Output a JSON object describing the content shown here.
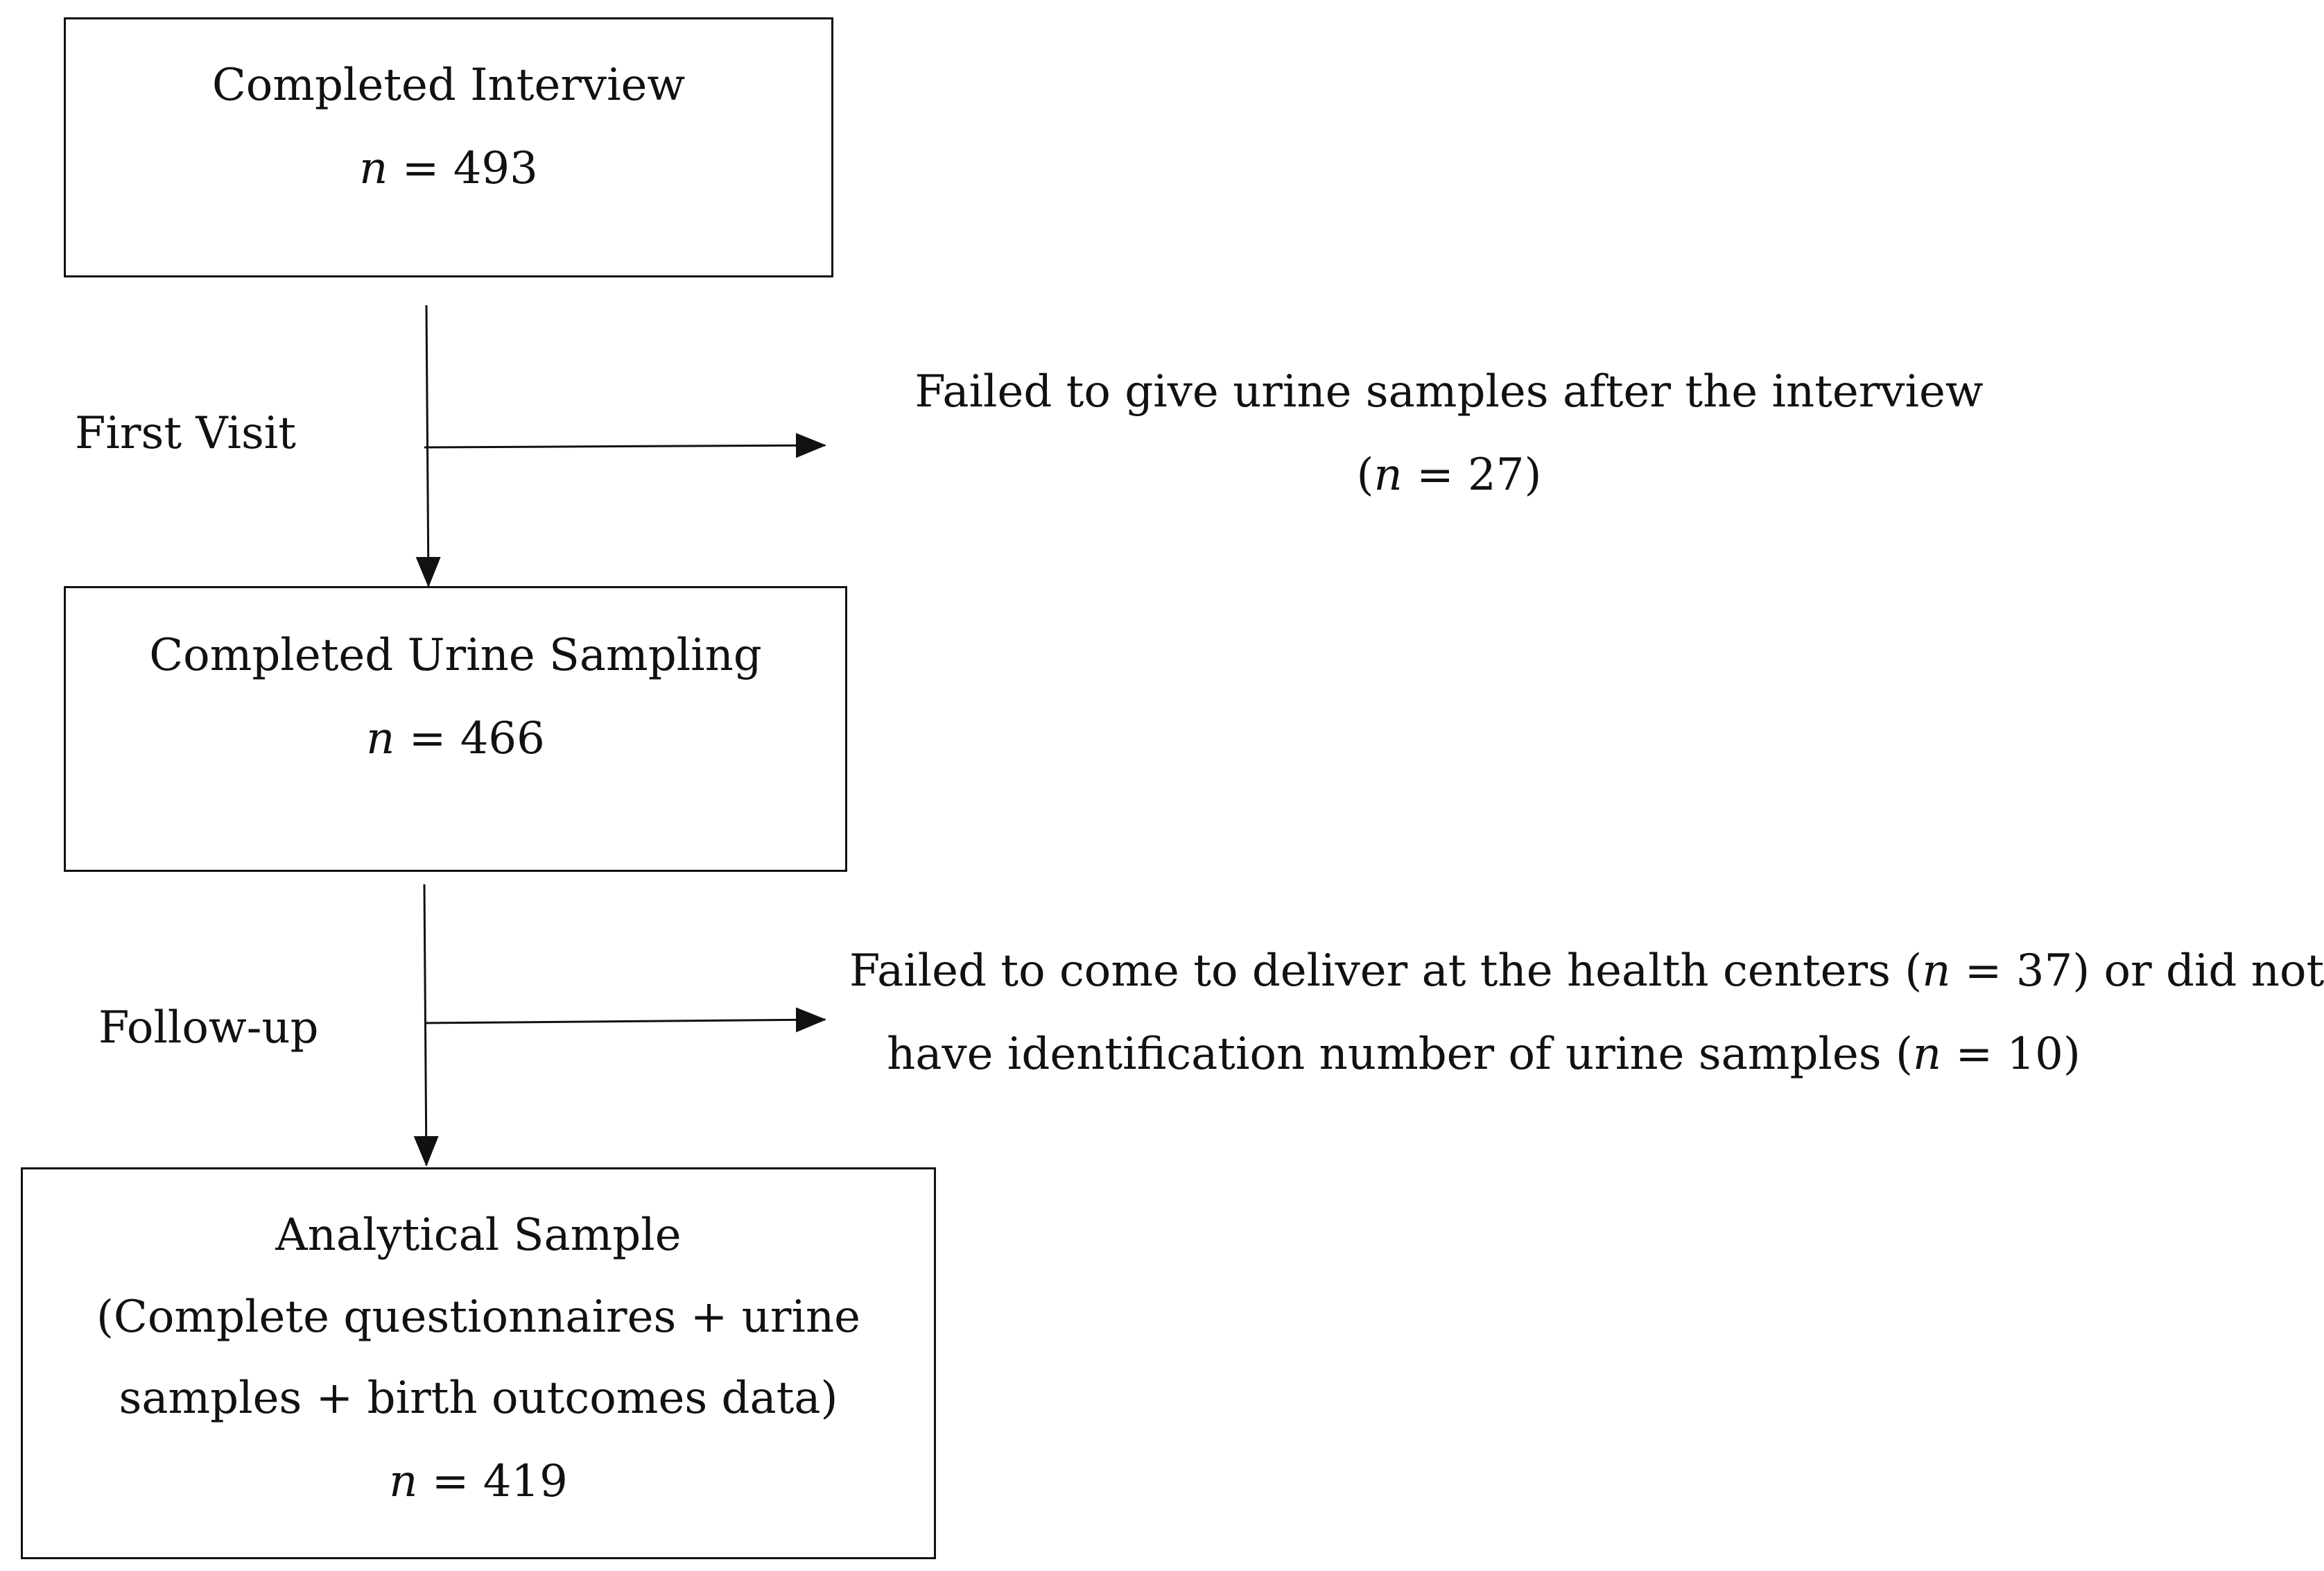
{
  "boxes": {
    "interview": {
      "title": "Completed Interview",
      "n_prefix": "n",
      "n_value": " = 493"
    },
    "urine": {
      "title": "Completed Urine Sampling",
      "n_prefix": "n",
      "n_value": " = 466"
    },
    "analytical": {
      "title": "Analytical Sample",
      "line2": "(Complete questionnaires + urine",
      "line3": "samples + birth outcomes data)",
      "n_prefix": "n",
      "n_value": " = 419"
    }
  },
  "stages": {
    "first_visit": "First Visit",
    "follow_up": "Follow-up"
  },
  "exclusions": {
    "first": {
      "line1": "Failed to give urine samples after the interview",
      "open": "(",
      "n_prefix": "n",
      "n_value": " = 27)"
    },
    "second": {
      "line1_a": "Failed to come to deliver at the health centers (",
      "line1_n": "n",
      "line1_b": " = 37) or did not",
      "line2_a": "have identification number of urine samples (",
      "line2_n": "n",
      "line2_b": " = 10)"
    }
  }
}
